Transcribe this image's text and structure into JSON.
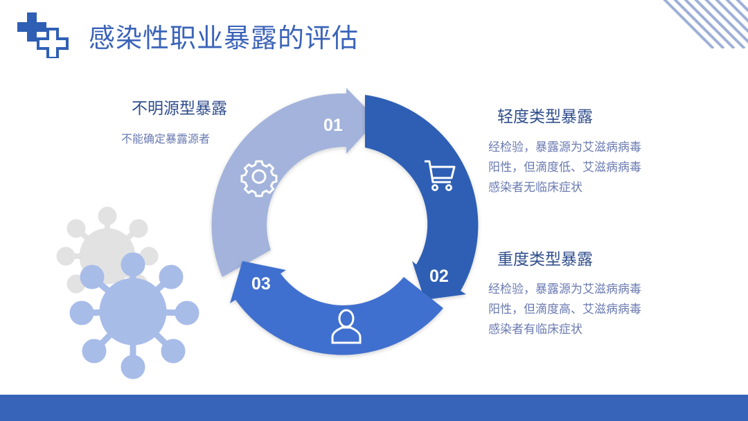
{
  "title": "感染性职业暴露的评估",
  "colors": {
    "primary": "#3763b8",
    "segment_light": "#a3b3db",
    "segment_dark": "#2f5fb5",
    "segment_mid": "#3f6fcf",
    "virus_back": "#e3e3e3",
    "virus_front": "#a8bce8"
  },
  "cycle": {
    "steps": [
      {
        "number": "01",
        "icon": "gear-icon"
      },
      {
        "number": "02",
        "icon": "shopping-cart-icon"
      },
      {
        "number": "03",
        "icon": "user-icon"
      }
    ]
  },
  "unknown_source": {
    "title": "不明源型暴露",
    "desc": "不能确定暴露源者"
  },
  "mild": {
    "title": "轻度类型暴露",
    "desc": "经检验，暴露源为艾滋病病毒\n阳性，但滴度低、艾滋病病毒\n感染者无临床症状"
  },
  "severe": {
    "title": "重度类型暴露",
    "desc": "经检验，暴露源为艾滋病病毒\n阳性，但滴度高、艾滋病病毒\n感染者有临床症状"
  }
}
